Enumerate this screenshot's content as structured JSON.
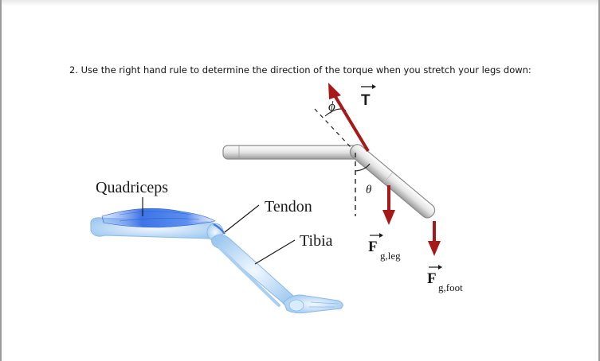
{
  "question": {
    "text": "2. Use the right hand rule to determine the direction of the torque when you stretch your legs down:"
  },
  "figure": {
    "labels": {
      "quadriceps": "Quadriceps",
      "tendon": "Tendon",
      "tibia": "Tibia",
      "phi": "ϕ",
      "theta": "θ",
      "T_symbol": "T",
      "F_symbol": "F",
      "F_leg_sub": "g,leg",
      "F_foot_sub": "g,foot"
    },
    "colors": {
      "force_arrow": "#a81818",
      "bar_fill": "#e6e6e6",
      "muscle": "#3d74e6",
      "bone": "#bcd9f5"
    }
  }
}
